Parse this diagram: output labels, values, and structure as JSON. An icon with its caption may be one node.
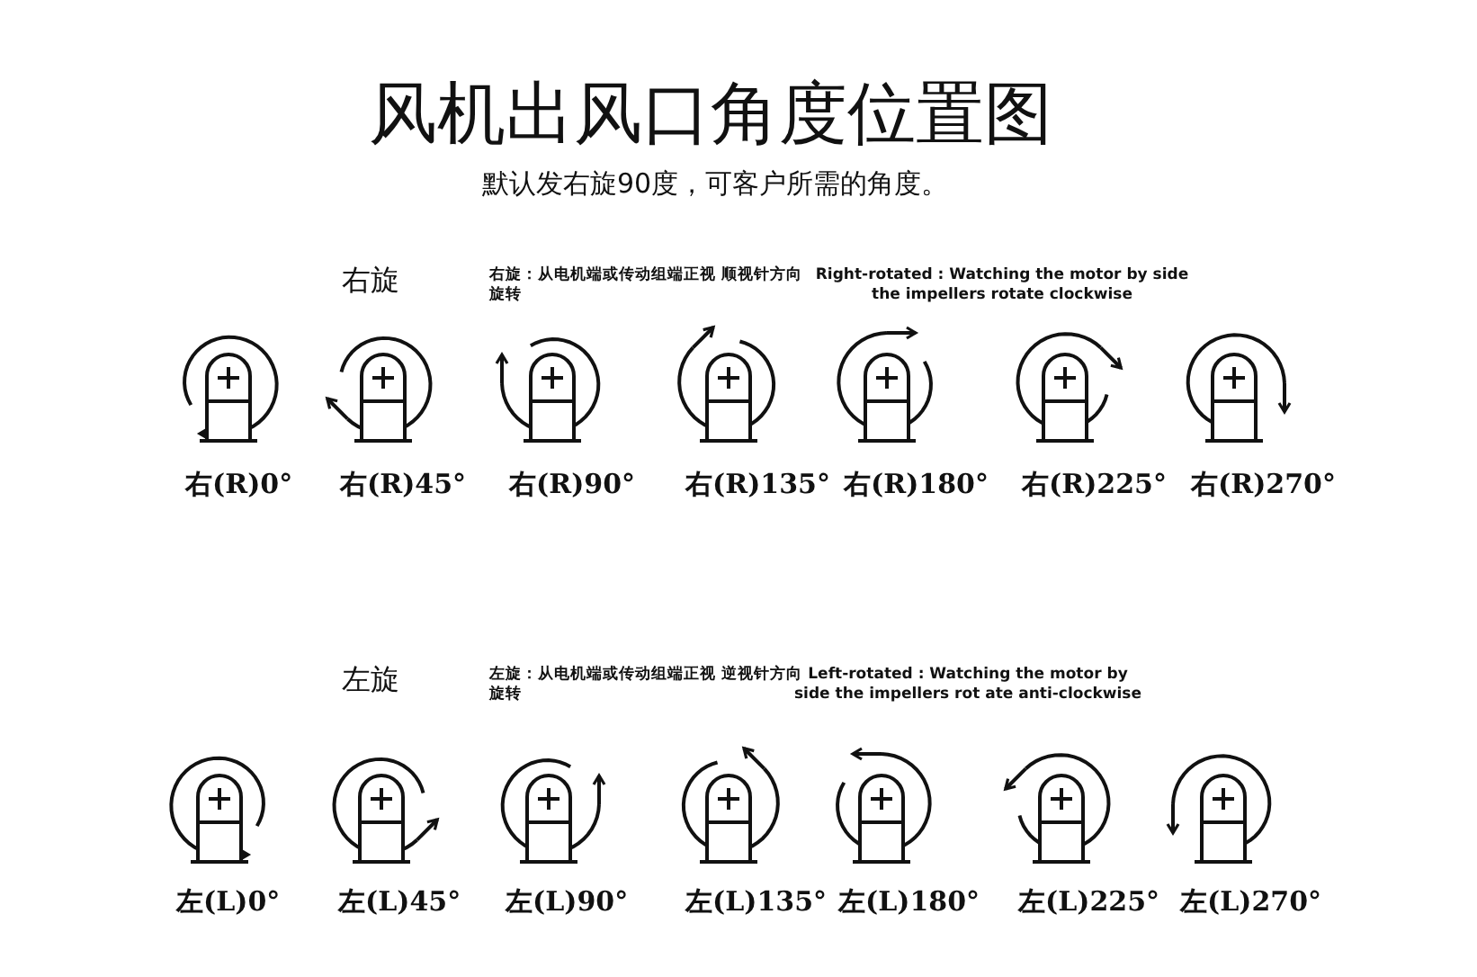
{
  "diagram": {
    "title": "风机出风口角度位置图",
    "labels": [
      "默认发右旋90度，可客户所需的角度。",
      "右旋",
      "右旋：从电机端或传动组端正视 顺视针方向旋转",
      "Right-rotated : Watching the motor by side the impellers rotate clockwise",
      "右(R)0°",
      "右(R)45°",
      "右(R)90°",
      "右(R)135°",
      "右(R)180°",
      "右(R)225°",
      "右(R)270°",
      "左旋",
      "左旋：从电机端或传动组端正视 逆视针方向旋转",
      "Left-rotated : Watching the motor by side the impellers rot ate anti-clockwise",
      "左(L)0°",
      "左(L)45°",
      "左(L)90°",
      "左(L)135°",
      "左(L)180°",
      "左(L)225°",
      "左(L)270°"
    ]
  }
}
